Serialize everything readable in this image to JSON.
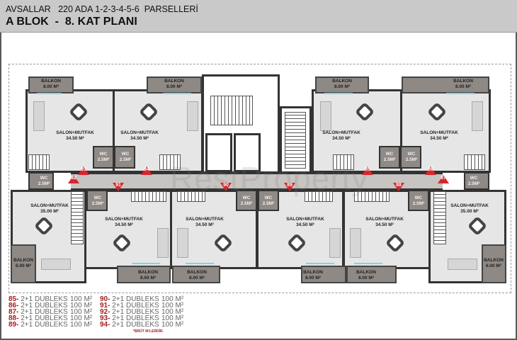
{
  "header": {
    "project": "AVSALLAR   220 ADA 1-2-3-4-5-6  PARSELLERİ",
    "title": "A BLOK  -  8. KAT PLANI"
  },
  "watermark": "RestProperty",
  "rooms": {
    "salon": "SALON+MUTFAK",
    "balkon": "BALKON",
    "wc": "WC"
  },
  "areas": {
    "salon_3450": "34.50 M²",
    "salon_3500": "35.00 M²",
    "balkon_800": "8.00 M²",
    "balkon_600": "6.00 M²",
    "wc_25": "2.5M²"
  },
  "unit_markers": [
    "85",
    "86",
    "87",
    "88",
    "89",
    "90",
    "91",
    "92",
    "93",
    "94"
  ],
  "legend": [
    {
      "no": "85-",
      "type": "2+1 DUBLEKS",
      "area": "100 M²"
    },
    {
      "no": "86-",
      "type": "2+1 DUBLEKS",
      "area": "100 M²"
    },
    {
      "no": "87-",
      "type": "2+1 DUBLEKS",
      "area": "100 M²"
    },
    {
      "no": "88-",
      "type": "2+1 DUBLEKS",
      "area": "100 M²"
    },
    {
      "no": "89-",
      "type": "2+1 DUBLEKS",
      "area": "100 M²"
    },
    {
      "no": "90-",
      "type": "2+1 DUBLEKS",
      "area": "100 M²"
    },
    {
      "no": "91-",
      "type": "2+1 DUBLEKS",
      "area": "100 M²"
    },
    {
      "no": "92-",
      "type": "2+1 DUBLEKS",
      "area": "100 M²"
    },
    {
      "no": "93-",
      "type": "2+1 DUBLEKS",
      "area": "100 M²"
    },
    {
      "no": "94-",
      "type": "2+1 DUBLEKS",
      "area": "100 M²"
    }
  ],
  "note": "*BRÜT M²LERDİR.",
  "colors": {
    "marker": "#d8262b",
    "legend_number": "#a5201f",
    "header_bg": "#c9c9c9",
    "window": "#7fd3ea"
  }
}
